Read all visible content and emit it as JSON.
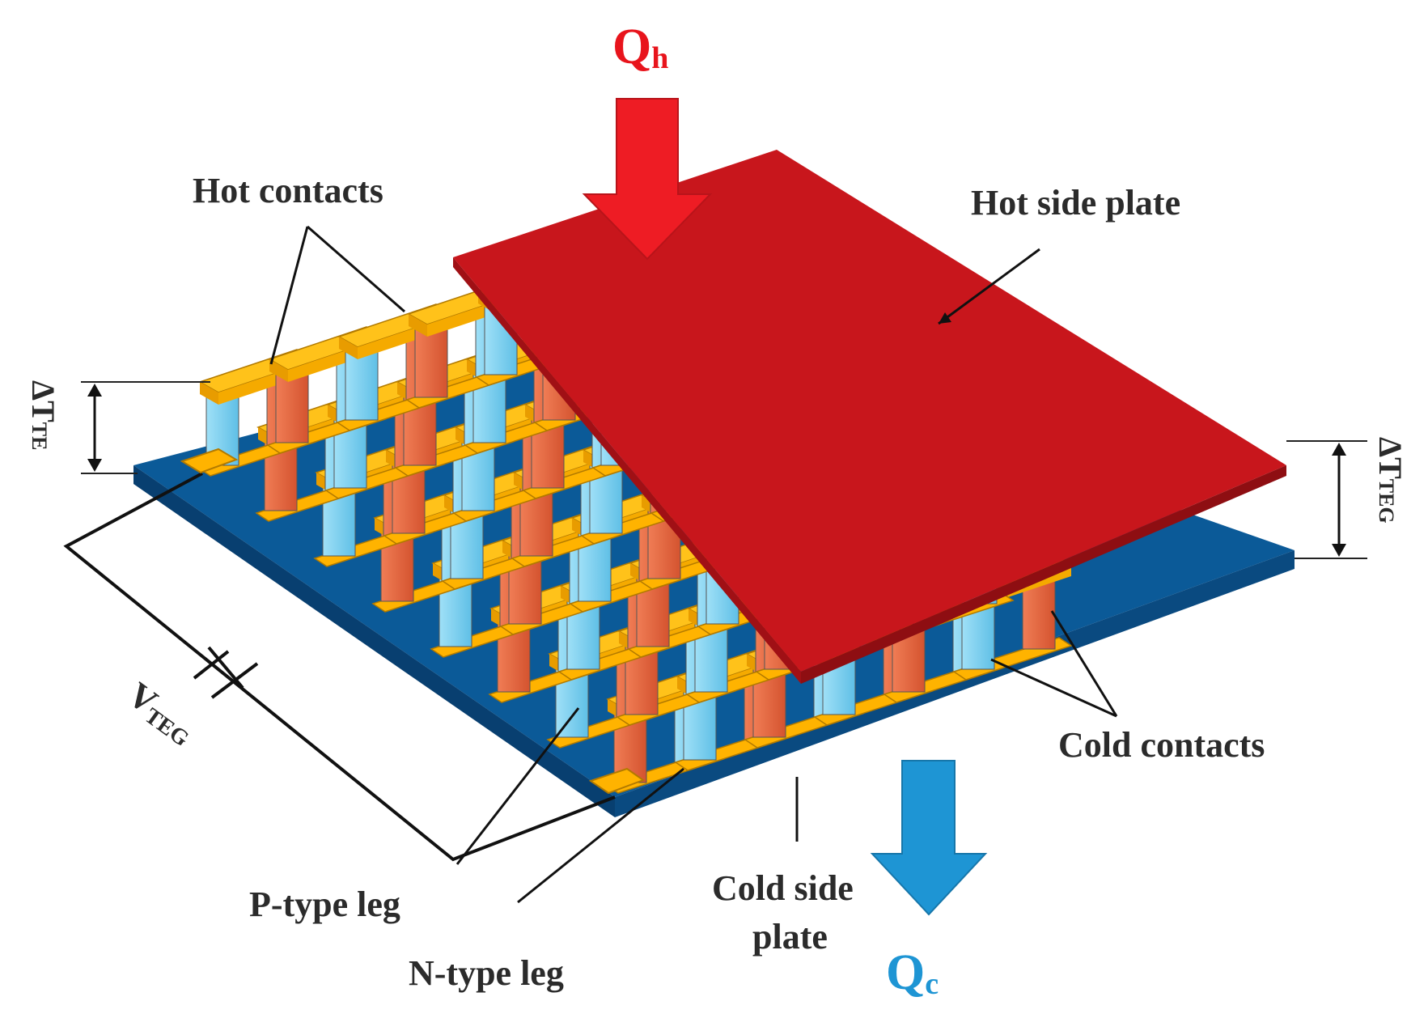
{
  "heat": {
    "hot_letter": "Q",
    "hot_sub": "h",
    "cold_letter": "Q",
    "cold_sub": "c",
    "hot_color": "#e8141c",
    "cold_color": "#1e95d4"
  },
  "labels": {
    "hot_contacts": "Hot contacts",
    "hot_side_plate": "Hot side plate",
    "cold_contacts": "Cold contacts",
    "cold_side_plate_1": "Cold side",
    "cold_side_plate_2": "plate",
    "p_type_leg": "P-type leg",
    "n_type_leg": "N-type leg"
  },
  "dimensions": {
    "dt_te_main": "ΔT",
    "dt_te_sub": "TE",
    "dt_teg_main": "ΔT",
    "dt_teg_sub": "TEG",
    "v_teg_main": "V",
    "v_teg_sub": "TEG"
  },
  "colors": {
    "hot_plate": "#c8161c",
    "cold_plate": "#0b4f8a",
    "contact": "#ffb300",
    "p_leg": "#7fd0ef",
    "n_leg": "#e86a45"
  }
}
